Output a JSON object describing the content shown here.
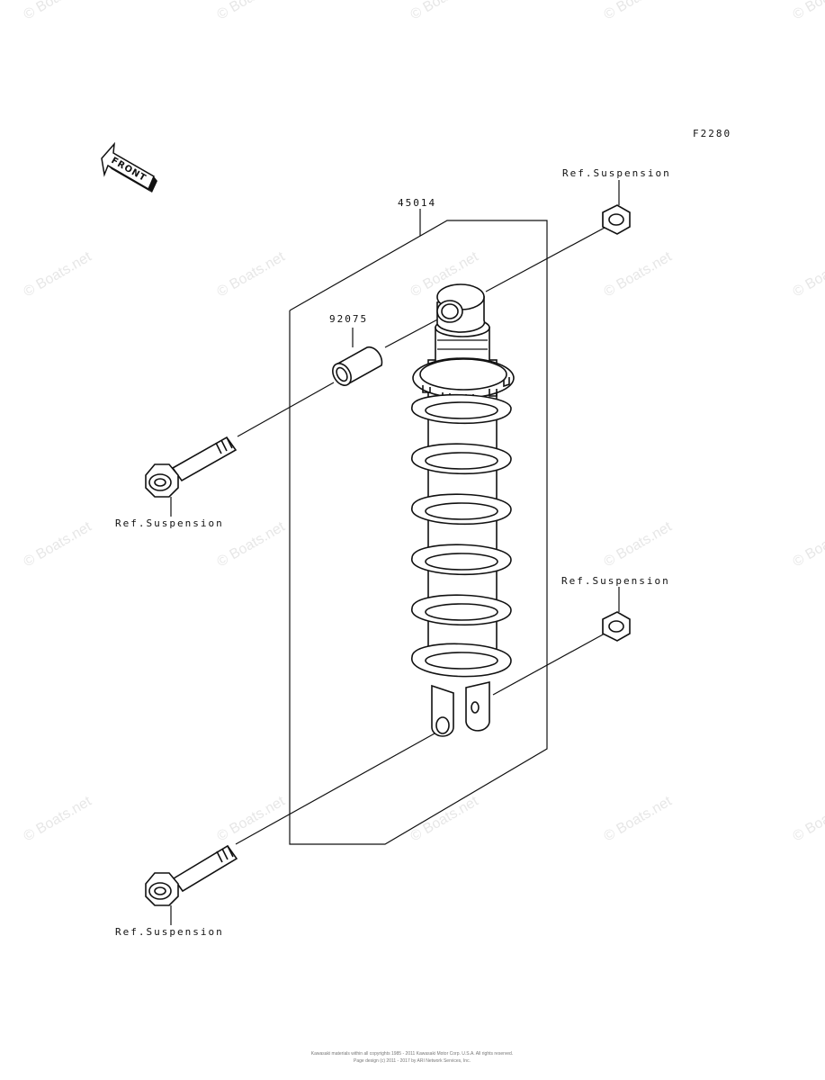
{
  "diagram": {
    "figure_code": "F2280",
    "front_label": "FRONT",
    "callouts": {
      "shock_absorber": "45014",
      "collar": "92075",
      "ref_top_nut": "Ref.Suspension",
      "ref_top_bolt": "Ref.Suspension",
      "ref_bottom_nut": "Ref.Suspension",
      "ref_bottom_bolt": "Ref.Suspension"
    },
    "watermark": "© Boats.net",
    "footer": {
      "line1": "Kawasaki materials within all copyrights 1985 - 2011 Kawasaki Motor Corp. U.S.A. All rights reserved.",
      "line2": "Page design (c) 2011 - 2017 by ARI Network Services, Inc."
    }
  }
}
